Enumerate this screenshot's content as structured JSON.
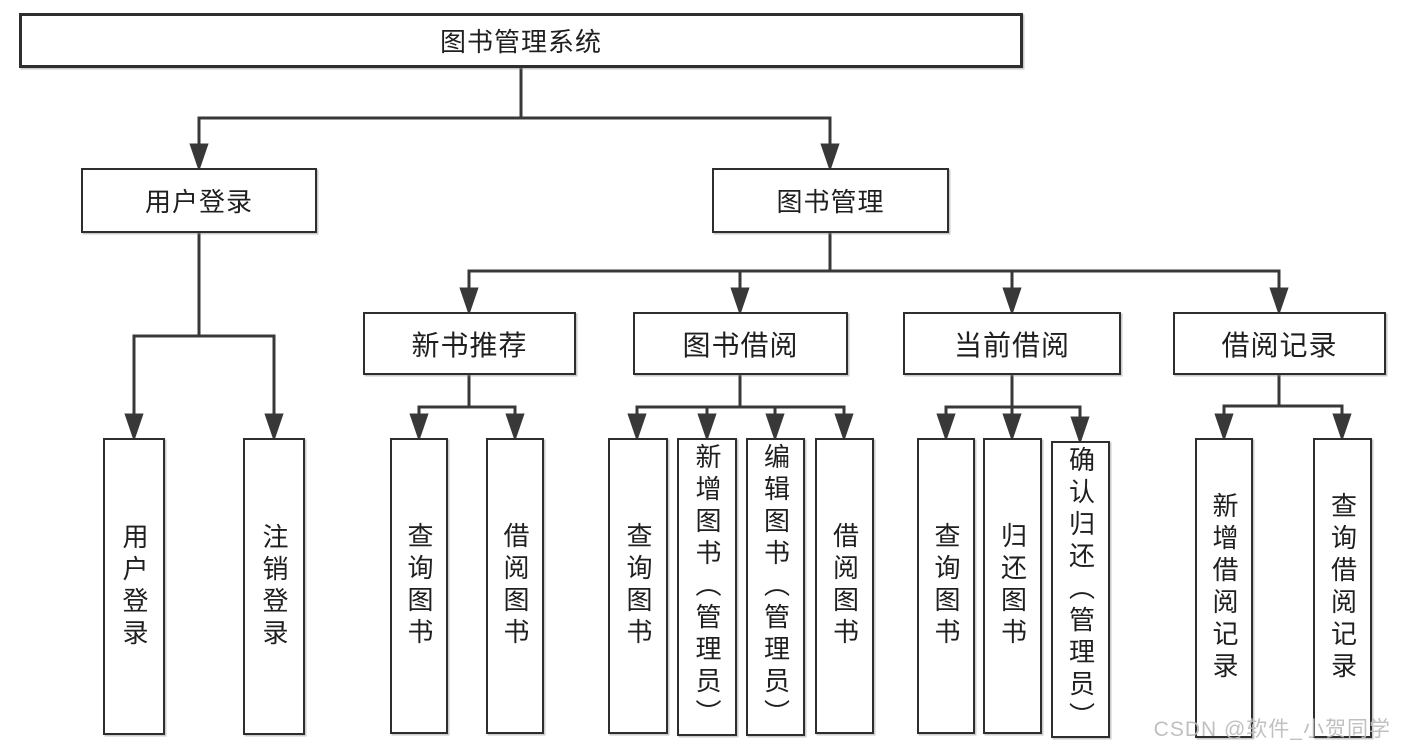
{
  "diagram": {
    "watermark": "CSDN @软件_小贺同学",
    "colors": {
      "line": "#383838",
      "border": "#2e2e2e",
      "text": "#1f1f1f",
      "watermark": "#bbbbbb"
    }
  },
  "nodes": {
    "root": {
      "label": "图书管理系统"
    },
    "login": {
      "label": "用户登录"
    },
    "mgmt": {
      "label": "图书管理"
    },
    "login_user": {
      "label": "用户登录"
    },
    "login_logout": {
      "label": "注销登录"
    },
    "rec": {
      "label": "新书推荐"
    },
    "borrow": {
      "label": "图书借阅"
    },
    "current": {
      "label": "当前借阅"
    },
    "records": {
      "label": "借阅记录"
    },
    "rec_query": {
      "label": "查询图书"
    },
    "rec_borrow": {
      "label": "借阅图书"
    },
    "borrow_query": {
      "label": "查询图书"
    },
    "borrow_add": {
      "label": "新增图书（管理员）"
    },
    "borrow_edit": {
      "label": "编辑图书（管理员）"
    },
    "borrow_lend": {
      "label": "借阅图书"
    },
    "current_query": {
      "label": "查询图书"
    },
    "current_return": {
      "label": "归还图书"
    },
    "current_confirm": {
      "label": "确认归还（管理员）"
    },
    "records_add": {
      "label": "新增借阅记录"
    },
    "records_query": {
      "label": "查询借阅记录"
    }
  }
}
